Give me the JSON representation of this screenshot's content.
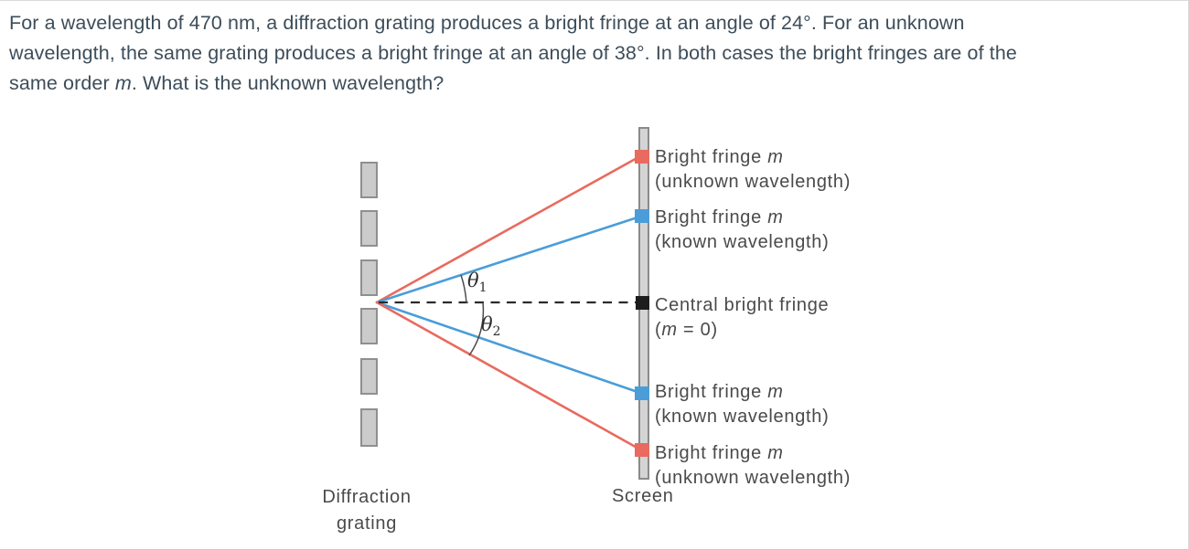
{
  "problem": {
    "line1": "For a wavelength of 470 nm, a diffraction grating produces a bright fringe at an angle of 24°. For an unknown",
    "line2": "wavelength, the same grating produces a bright fringe at an angle of 38°. In both cases the bright fringes are of the",
    "line3_pre": "same order ",
    "line3_italic": "m",
    "line3_post": ". What is the unknown wavelength?"
  },
  "diagram": {
    "colors": {
      "unknown_ray": "#e96a5e",
      "known_ray": "#4a9dd9",
      "central_marker": "#1c1c1c"
    },
    "theta1": {
      "symbol": "θ",
      "sub": "1"
    },
    "theta2": {
      "symbol": "θ",
      "sub": "2"
    },
    "fringes": [
      {
        "name_pre": "Bright fringe ",
        "name_italic": "m",
        "detail": "(unknown wavelength)",
        "marker_color": "#e96a5e"
      },
      {
        "name_pre": "Bright fringe ",
        "name_italic": "m",
        "detail": "(known wavelength)",
        "marker_color": "#4a9dd9"
      },
      {
        "name": "Central bright fringe",
        "detail_pre": "(",
        "detail_italic": "m",
        "detail_post": " = 0)",
        "marker_color": "#1c1c1c"
      },
      {
        "name_pre": "Bright fringe ",
        "name_italic": "m",
        "detail": "(known wavelength)",
        "marker_color": "#4a9dd9"
      },
      {
        "name_pre": "Bright fringe ",
        "name_italic": "m",
        "detail": "(unknown wavelength)",
        "marker_color": "#e96a5e"
      }
    ],
    "grating_caption_line1": "Diffraction",
    "grating_caption_line2": "grating",
    "screen_caption": "Screen"
  }
}
